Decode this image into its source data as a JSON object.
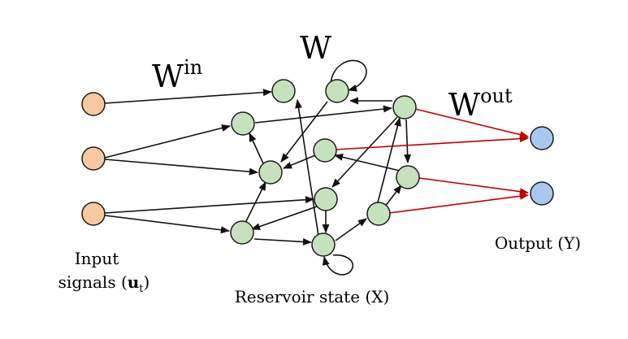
{
  "labels": {
    "w_in_base": "W",
    "w_in_sup": "in",
    "w": "W",
    "w_out_base": "W",
    "w_out_sup": "out",
    "input_line1": "Input",
    "input_line2_pre": "signals (",
    "input_u": "u",
    "input_t": "t",
    "input_close": ")",
    "reservoir": "Reservoir state (X)",
    "output": "Output (Y)"
  },
  "colors": {
    "input_fill": "#f7c9a0",
    "reservoir_fill": "#c6e2bd",
    "output_fill": "#a9c8ef",
    "node_stroke": "#1a1a1a",
    "edge": "#111111",
    "output_edge": "#c00000"
  }
}
